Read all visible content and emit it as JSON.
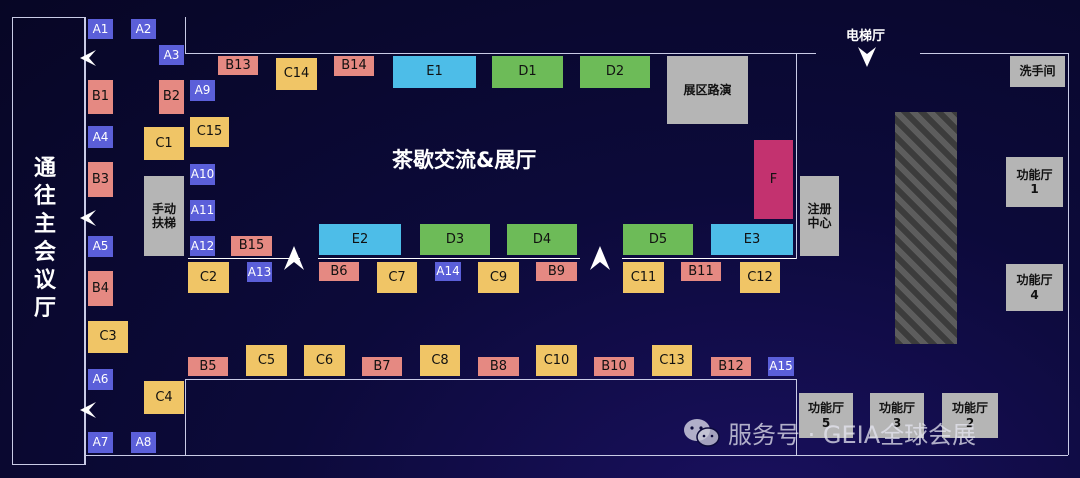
{
  "hall_title": "茶歇交流&展厅",
  "side_label_chars": [
    "通",
    "往",
    "主",
    "会",
    "议",
    "厅"
  ],
  "elevator_label": "电梯厅",
  "roadshow_label": "展区路演",
  "washroom_label": "洗手间",
  "registration_label": "注册\n中心",
  "escalator_label": "手动\n扶梯",
  "function_rooms": [
    {
      "id": "fr1",
      "label": "功能厅\n1"
    },
    {
      "id": "fr4",
      "label": "功能厅\n4"
    },
    {
      "id": "fr5",
      "label": "功能厅\n5"
    },
    {
      "id": "fr3",
      "label": "功能厅\n3"
    },
    {
      "id": "fr2",
      "label": "功能厅\n2"
    }
  ],
  "watermark": "服务号 · GEIA全球会展",
  "booths": [
    {
      "id": "A1",
      "cat": "A"
    },
    {
      "id": "A2",
      "cat": "A"
    },
    {
      "id": "A3",
      "cat": "A"
    },
    {
      "id": "B13",
      "cat": "B"
    },
    {
      "id": "C14",
      "cat": "C"
    },
    {
      "id": "B14",
      "cat": "B"
    },
    {
      "id": "E1",
      "cat": "E"
    },
    {
      "id": "D1",
      "cat": "D"
    },
    {
      "id": "D2",
      "cat": "D"
    },
    {
      "id": "B1",
      "cat": "B"
    },
    {
      "id": "B2",
      "cat": "B"
    },
    {
      "id": "A9",
      "cat": "A"
    },
    {
      "id": "C15",
      "cat": "C"
    },
    {
      "id": "A4",
      "cat": "A"
    },
    {
      "id": "C1",
      "cat": "C"
    },
    {
      "id": "A10",
      "cat": "A"
    },
    {
      "id": "B3",
      "cat": "B"
    },
    {
      "id": "F",
      "cat": "F"
    },
    {
      "id": "A11",
      "cat": "A"
    },
    {
      "id": "A12",
      "cat": "A"
    },
    {
      "id": "B15",
      "cat": "B"
    },
    {
      "id": "E2",
      "cat": "E"
    },
    {
      "id": "D3",
      "cat": "D"
    },
    {
      "id": "D4",
      "cat": "D"
    },
    {
      "id": "D5",
      "cat": "D"
    },
    {
      "id": "E3",
      "cat": "E"
    },
    {
      "id": "A5",
      "cat": "A"
    },
    {
      "id": "C2",
      "cat": "C"
    },
    {
      "id": "A13",
      "cat": "A"
    },
    {
      "id": "B6",
      "cat": "B"
    },
    {
      "id": "C7",
      "cat": "C"
    },
    {
      "id": "A14",
      "cat": "A"
    },
    {
      "id": "C9",
      "cat": "C"
    },
    {
      "id": "B9",
      "cat": "B"
    },
    {
      "id": "C11",
      "cat": "C"
    },
    {
      "id": "B11",
      "cat": "B"
    },
    {
      "id": "C12",
      "cat": "C"
    },
    {
      "id": "B4",
      "cat": "B"
    },
    {
      "id": "C3",
      "cat": "C"
    },
    {
      "id": "B5",
      "cat": "B"
    },
    {
      "id": "C5",
      "cat": "C"
    },
    {
      "id": "C6",
      "cat": "C"
    },
    {
      "id": "B7",
      "cat": "B"
    },
    {
      "id": "C8",
      "cat": "C"
    },
    {
      "id": "B8",
      "cat": "B"
    },
    {
      "id": "C10",
      "cat": "C"
    },
    {
      "id": "B10",
      "cat": "B"
    },
    {
      "id": "C13",
      "cat": "C"
    },
    {
      "id": "B12",
      "cat": "B"
    },
    {
      "id": "A15",
      "cat": "A"
    },
    {
      "id": "A6",
      "cat": "A"
    },
    {
      "id": "C4",
      "cat": "C"
    },
    {
      "id": "A7",
      "cat": "A"
    },
    {
      "id": "A8",
      "cat": "A"
    }
  ],
  "colors": {
    "A": "#5b5fd9",
    "B": "#e58982",
    "C": "#f0c566",
    "D": "#6dbb58",
    "E": "#4dbde8",
    "F": "#c3326f",
    "facility": "#b5b5b5",
    "background": "#0c0a3a"
  }
}
